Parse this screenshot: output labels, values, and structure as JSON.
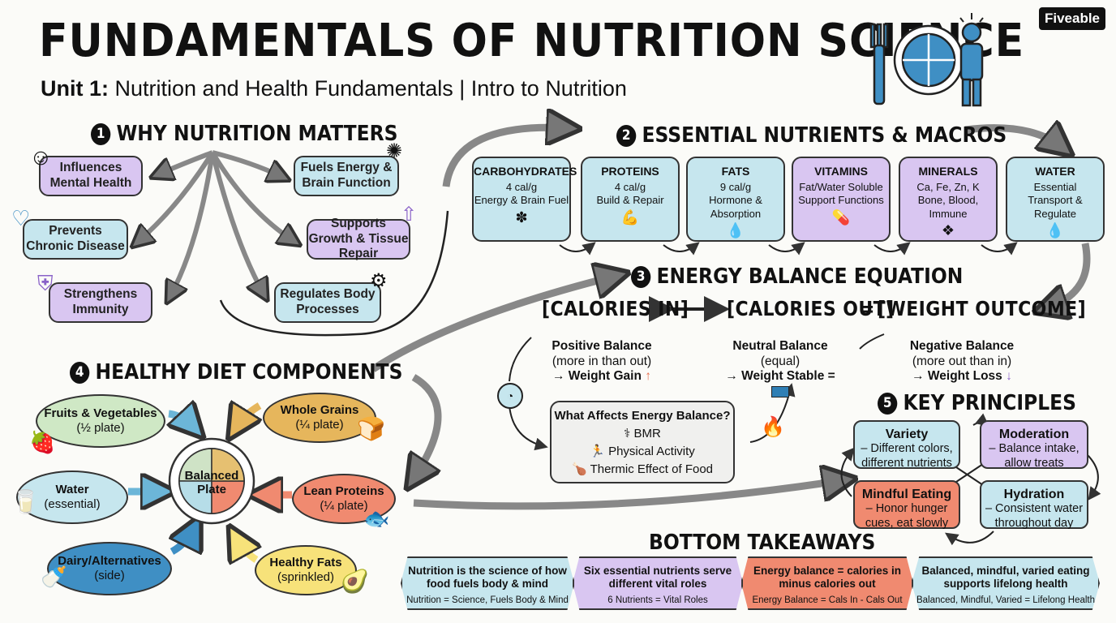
{
  "header": {
    "title": "FUNDAMENTALS OF NUTRITION SCIENCE",
    "subtitle_bold": "Unit 1:",
    "subtitle_rest": "Nutrition and Health Fundamentals | Intro to Nutrition",
    "brand": "Fiveable"
  },
  "section1": {
    "num": "1",
    "title": "WHY NUTRITION MATTERS",
    "items": [
      "Influences Mental Health",
      "Fuels Energy & Brain Function",
      "Prevents Chronic Disease",
      "Supports Growth & Tissue Repair",
      "Strengthens Immunity",
      "Regulates Body Processes"
    ]
  },
  "section2": {
    "num": "2",
    "title": "ESSENTIAL NUTRIENTS & MACROS",
    "macros": [
      {
        "title": "CARBOHYDRATES",
        "l1": "4 cal/g",
        "l2": "Energy & Brain Fuel",
        "l3": ""
      },
      {
        "title": "PROTEINS",
        "l1": "4 cal/g",
        "l2": "Build & Repair",
        "l3": ""
      },
      {
        "title": "FATS",
        "l1": "9 cal/g",
        "l2": "Hormone &",
        "l3": "Absorption"
      },
      {
        "title": "VITAMINS",
        "l1": "Fat/Water Soluble",
        "l2": "Support Functions",
        "l3": ""
      },
      {
        "title": "MINERALS",
        "l1": "Ca, Fe, Zn, K",
        "l2": "Bone, Blood,",
        "l3": "Immune"
      },
      {
        "title": "WATER",
        "l1": "Essential",
        "l2": "Transport &",
        "l3": "Regulate"
      }
    ]
  },
  "section3": {
    "num": "3",
    "title": "ENERGY BALANCE EQUATION",
    "cal_in": "CALORIES IN",
    "cal_out": "CALORIES OUT",
    "equals": "=",
    "outcome": "WEIGHT OUTCOME",
    "positive": {
      "t": "Positive Balance",
      "d": "(more in than out)",
      "r": "→ Weight Gain"
    },
    "neutral": {
      "t": "Neutral Balance",
      "d": "(equal)",
      "r": "→ Weight Stable ="
    },
    "negative": {
      "t": "Negative Balance",
      "d": "(more out than in)",
      "r": "→ Weight Loss"
    },
    "affects_title": "What Affects Energy Balance?",
    "affects": [
      "BMR",
      "Physical Activity",
      "Thermic Effect of Food"
    ]
  },
  "section4": {
    "num": "4",
    "title": "HEALTHY DIET COMPONENTS",
    "center": "Balanced Plate",
    "items": [
      {
        "t": "Fruits & Vegetables",
        "d": "(½ plate)"
      },
      {
        "t": "Whole Grains",
        "d": "(¼ plate)"
      },
      {
        "t": "Water",
        "d": "(essential)"
      },
      {
        "t": "Lean Proteins",
        "d": "(¼ plate)"
      },
      {
        "t": "Dairy/Alternatives",
        "d": "(side)"
      },
      {
        "t": "Healthy Fats",
        "d": "(sprinkled)"
      }
    ]
  },
  "section5": {
    "num": "5",
    "title": "KEY PRINCIPLES",
    "items": [
      {
        "t": "Variety",
        "d": "– Different colors, different nutrients"
      },
      {
        "t": "Moderation",
        "d": "– Balance intake, allow treats"
      },
      {
        "t": "Mindful Eating",
        "d": "– Honor hunger cues, eat slowly"
      },
      {
        "t": "Hydration",
        "d": "– Consistent water throughout day"
      }
    ]
  },
  "takeaways": {
    "title": "BOTTOM TAKEAWAYS",
    "items": [
      {
        "t": "Nutrition is the science of how food fuels body & mind",
        "s": "Nutrition = Science, Fuels Body & Mind"
      },
      {
        "t": "Six essential nutrients serve different vital roles",
        "s": "6 Nutrients = Vital Roles"
      },
      {
        "t": "Energy balance = calories in minus calories out",
        "s": "Energy Balance = Cals In - Cals Out"
      },
      {
        "t": "Balanced, mindful, varied eating supports lifelong health",
        "s": "Balanced, Mindful, Varied = Lifelong Health"
      }
    ]
  },
  "colors": {
    "purple": "#d9c6f1",
    "blue": "#c6e6ee",
    "salmon": "#f08a70",
    "yellow": "#f7e27a",
    "tan": "#e6b65c",
    "green": "#cfe8c5",
    "navy": "#3f8fc4",
    "teal_icon": "#2f7fb5"
  }
}
